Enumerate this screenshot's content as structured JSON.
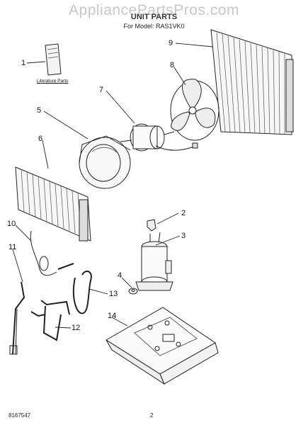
{
  "header": {
    "watermark": "AppliancePartsPros.com",
    "title": "UNIT PARTS",
    "subtitle": "For Model: RAS1VK0"
  },
  "literature": {
    "label": "Literature Parts"
  },
  "callouts": [
    "1",
    "2",
    "3",
    "4",
    "5",
    "6",
    "7",
    "8",
    "9",
    "10",
    "11",
    "12",
    "13",
    "14"
  ],
  "footer": {
    "doc_number": "8167547",
    "page_number": "2"
  }
}
